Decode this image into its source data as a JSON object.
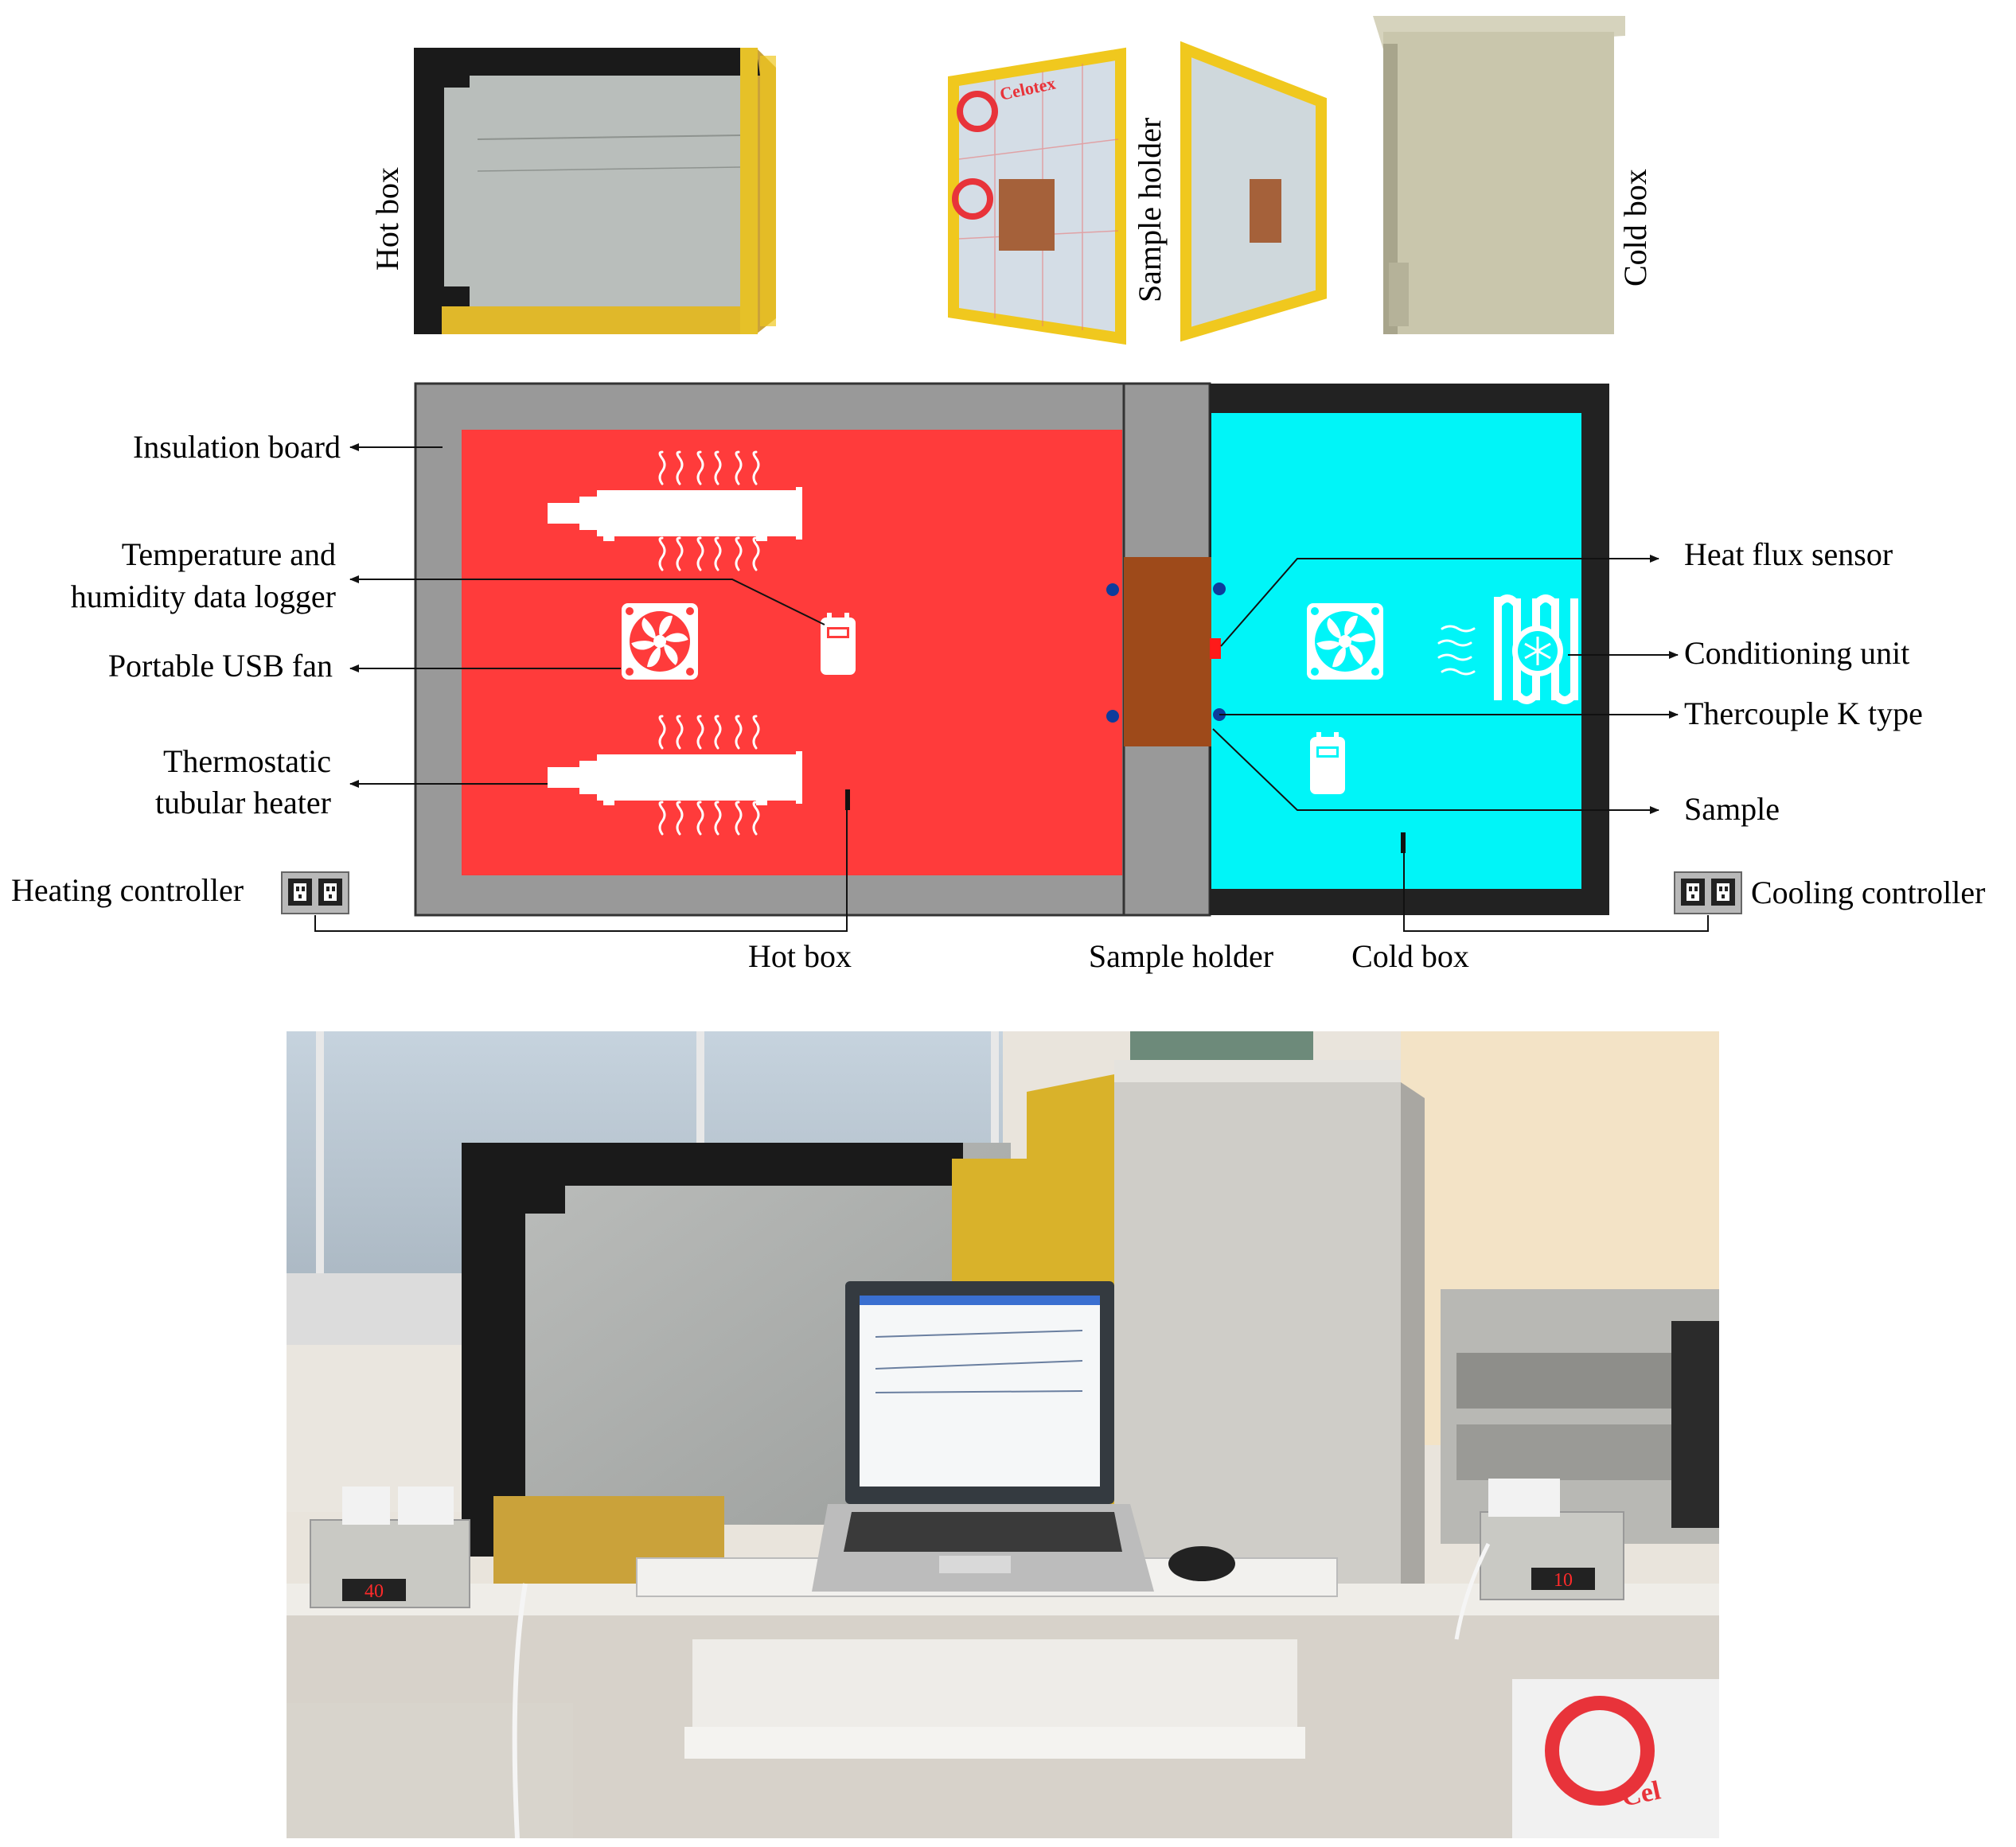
{
  "photos_top": {
    "hot_box": "Hot box",
    "sample_holder": "Sample holder",
    "cold_box": "Cold box",
    "celotex_text": "Celotex"
  },
  "diagram": {
    "labels_left": {
      "insulation_board": "Insulation board",
      "temp_logger_line1": "Temperature and",
      "temp_logger_line2": "humidity data logger",
      "usb_fan": "Portable USB fan",
      "heater_line1": "Thermostatic",
      "heater_line2": "tubular heater",
      "heating_controller": "Heating controller"
    },
    "labels_right": {
      "heat_flux_sensor": "Heat flux sensor",
      "conditioning_unit": "Conditioning unit",
      "thermocouple": "Thercouple K type",
      "sample": "Sample",
      "cooling_controller": "Cooling controller"
    },
    "labels_bottom": {
      "hot_box": "Hot box",
      "sample_holder": "Sample holder",
      "cold_box": "Cold box"
    },
    "colors": {
      "hot": "#ff3b3b",
      "cold": "#00f5f8",
      "insulation": "#999999",
      "sample": "#9e4a1a",
      "frame_dark": "#222222",
      "thermocouple": "#0d3c9c",
      "flux_sensor": "#ff1a1a"
    }
  },
  "photo_bottom": {
    "controller_left_display": "40",
    "controller_right_display": "10",
    "celotex_text": "Cel"
  }
}
